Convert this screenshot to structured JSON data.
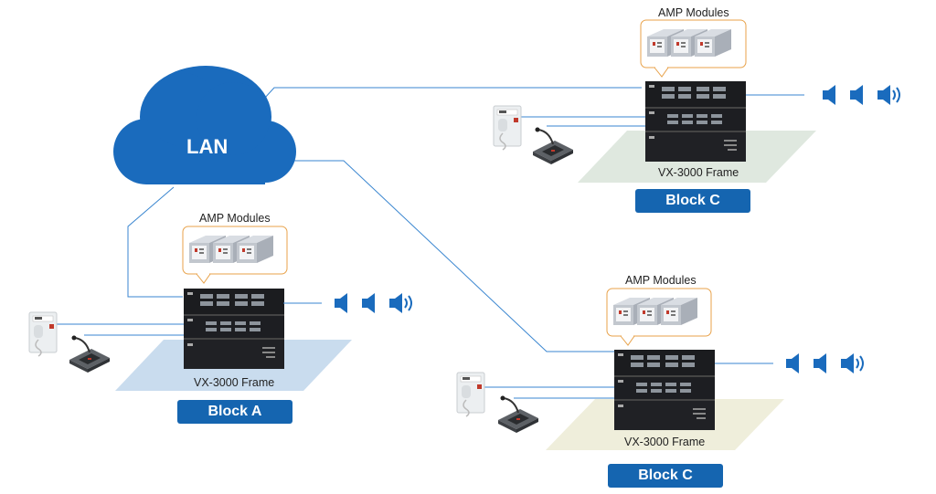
{
  "network": {
    "label": "LAN",
    "color": "#1a6bbd"
  },
  "colors": {
    "accent": "#1565b0",
    "link": "#3a86d0",
    "bubble_border": "#e8a24a",
    "rack": "#1b1c1f",
    "speaker": "#1a6bbd"
  },
  "blocks": [
    {
      "amp_title": "AMP Modules",
      "frame_caption": "VX-3000 Frame",
      "button_label": "Block A",
      "floor_color": "#c9dcee"
    },
    {
      "amp_title": "AMP Modules",
      "frame_caption": "VX-3000 Frame",
      "button_label": "Block C",
      "floor_color": "#dfe8df"
    },
    {
      "amp_title": "AMP Modules",
      "frame_caption": "VX-3000 Frame",
      "button_label": "Block C",
      "floor_color": "#efeedb"
    }
  ],
  "icons": {
    "network": "cloud-icon",
    "speaker": "speaker-icon",
    "speaker_loud": "speaker-sound-icon",
    "amplifier": "amp-module-icon",
    "rack": "rack-frame-icon",
    "remote": "remote-panel-icon",
    "microphone": "paging-microphone-icon"
  }
}
